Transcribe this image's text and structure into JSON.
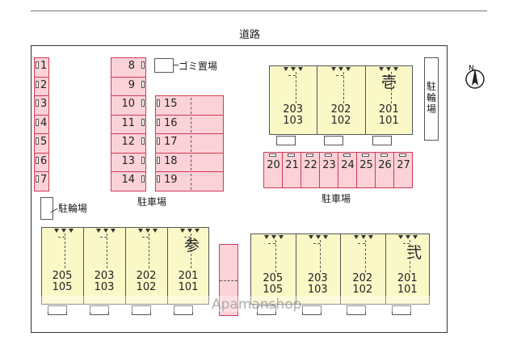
{
  "road_label": "道路",
  "garbage_label": "ゴミ置場",
  "bike_label_left": "駐輪場",
  "bike_label_right": "駐輪場",
  "parking_label_left": "駐車場",
  "parking_label_right": "駐車場",
  "watermark": "Apamanshop",
  "compass_letter": "N",
  "parking_col1": [
    "1",
    "2",
    "3",
    "4",
    "5",
    "6",
    "7"
  ],
  "parking_col2": [
    "8",
    "9",
    "10",
    "11",
    "12",
    "13",
    "14"
  ],
  "parking_col3": [
    "15",
    "16",
    "17",
    "18",
    "19"
  ],
  "parking_row_right": [
    "20",
    "21",
    "22",
    "23",
    "24",
    "25",
    "26",
    "27"
  ],
  "building_1": {
    "name": "壱",
    "units": [
      {
        "top": "203",
        "bottom": "103"
      },
      {
        "top": "202",
        "bottom": "102"
      },
      {
        "top": "201",
        "bottom": "101"
      }
    ]
  },
  "building_2": {
    "name": "弐",
    "units": [
      {
        "top": "205",
        "bottom": "105"
      },
      {
        "top": "203",
        "bottom": "103"
      },
      {
        "top": "202",
        "bottom": "102"
      },
      {
        "top": "201",
        "bottom": "101"
      }
    ]
  },
  "building_3": {
    "name": "参",
    "units": [
      {
        "top": "205",
        "bottom": "105"
      },
      {
        "top": "203",
        "bottom": "103"
      },
      {
        "top": "202",
        "bottom": "102"
      },
      {
        "top": "201",
        "bottom": "101"
      }
    ]
  },
  "colors": {
    "parking_fill": "#fbd2d7",
    "parking_border": "#d23a55",
    "building_fill": "#fbf8c8"
  }
}
